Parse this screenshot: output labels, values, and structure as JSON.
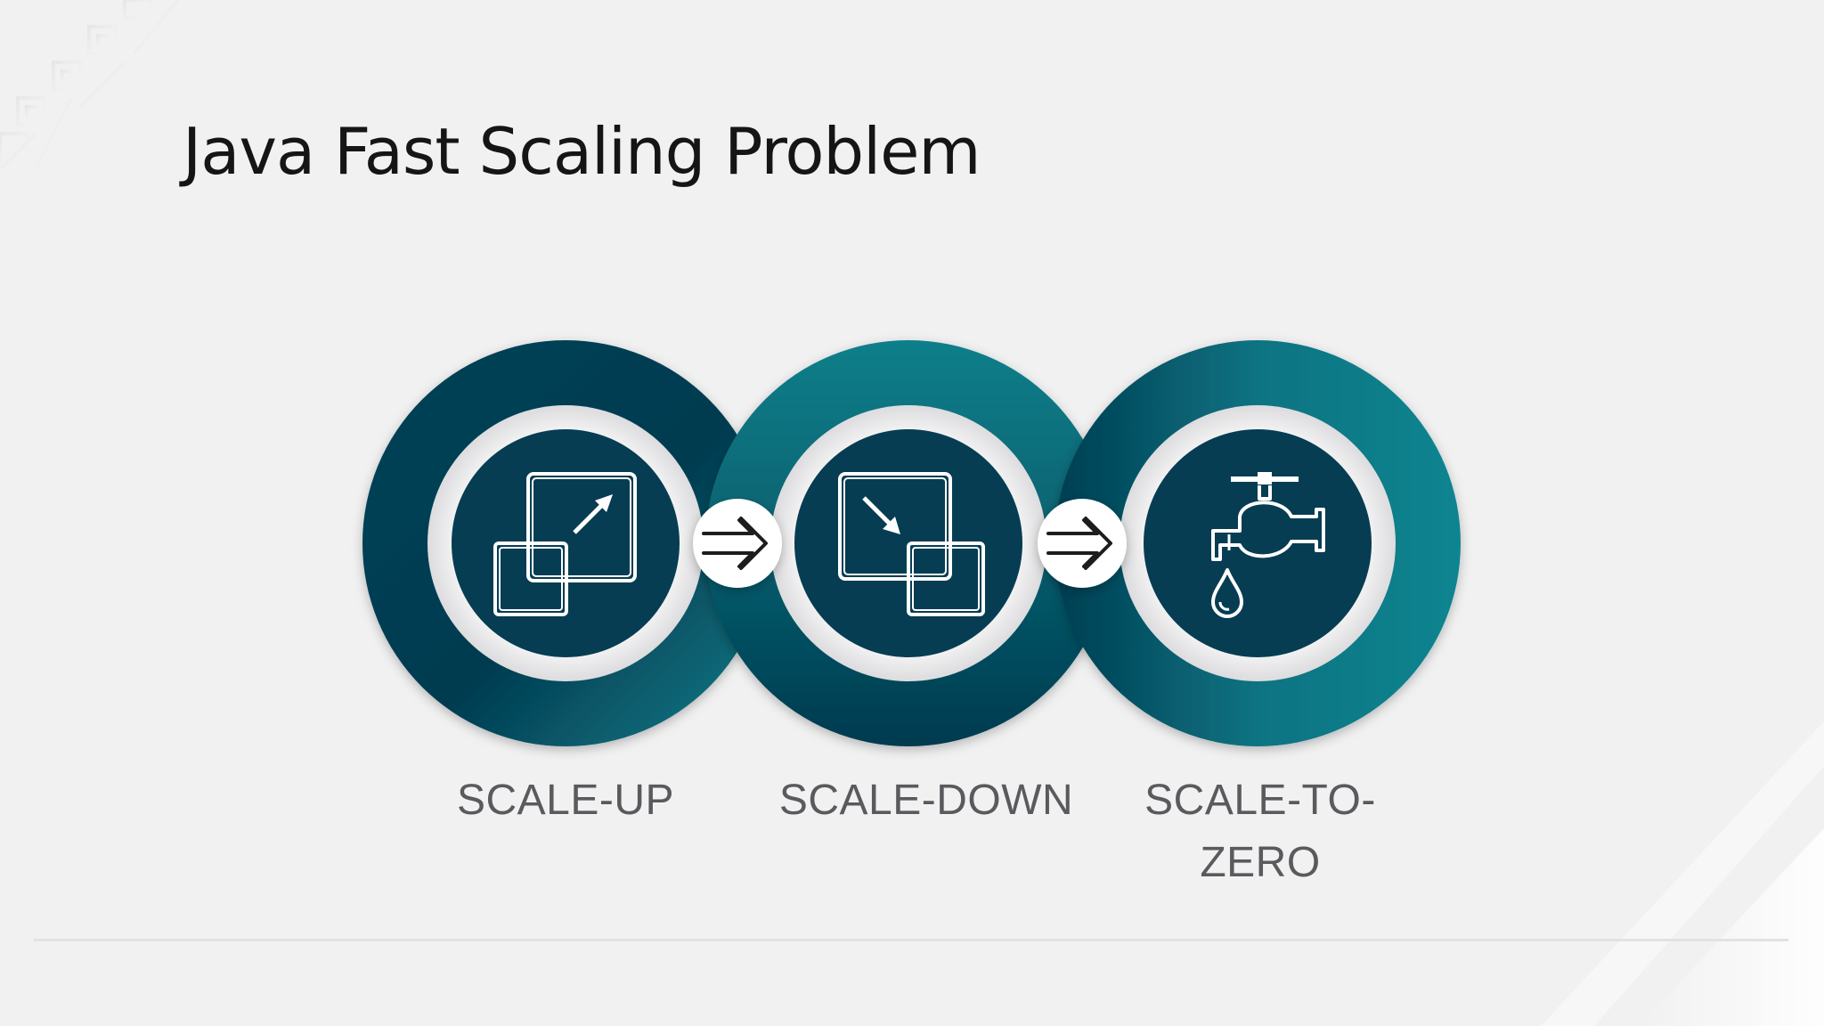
{
  "slide": {
    "title": "Java Fast Scaling Problem"
  },
  "steps": [
    {
      "label": "SCALE-UP",
      "icon": "scale-up-icon"
    },
    {
      "label": "SCALE-DOWN",
      "icon": "scale-down-icon"
    },
    {
      "label": "SCALE-TO-\nZERO",
      "icon": "faucet-icon"
    }
  ],
  "connectors": [
    "arrow-right-icon",
    "arrow-right-icon"
  ],
  "colors": {
    "ring_dark": "#053d52",
    "ring_teal": "#0a7c88",
    "inner_circle": "#063d53",
    "background": "#f1f1f2",
    "label": "#5a5a5e"
  }
}
